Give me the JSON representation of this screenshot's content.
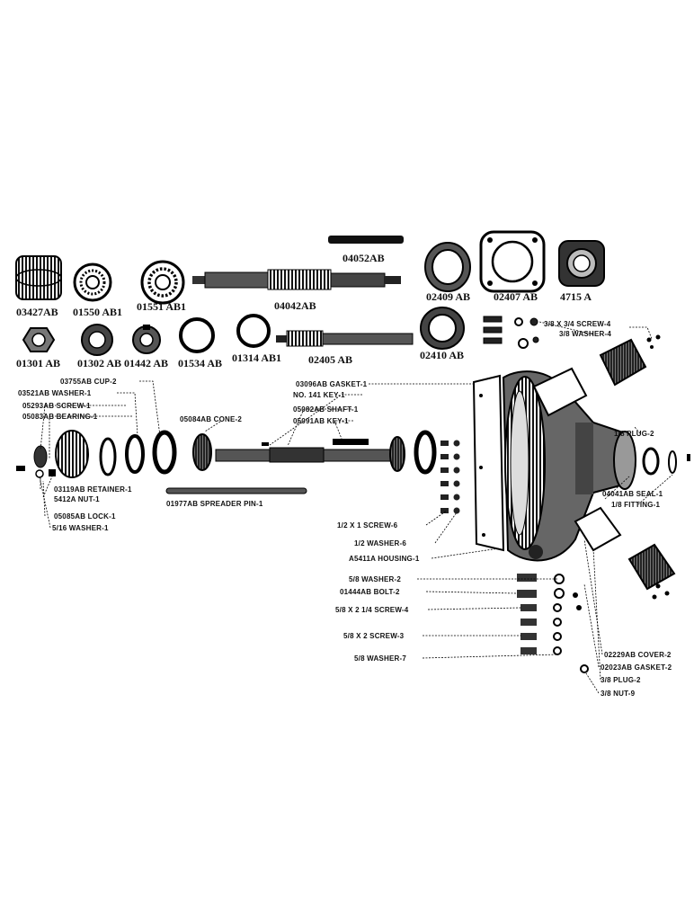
{
  "top_parts": [
    "03427AB",
    "01550 AB1",
    "01551 AB1",
    "04042AB",
    "04052AB",
    "02409 AB",
    "02407 AB",
    "4715 A",
    "01301 AB",
    "01302 AB",
    "01442 AB",
    "01534 AB",
    "01314 AB1",
    "02405 AB",
    "02410 AB"
  ],
  "callouts": [
    "03755AB CUP-2",
    "03521AB WASHER-1",
    "05293AB SCREW-1",
    "05083AB BEARING-1",
    "03119AB RETAINER-1",
    "5412A NUT-1",
    "05085AB LOCK-1",
    "5/16 WASHER-1",
    "05084AB CONE-2",
    "01977AB SPREADER PIN-1",
    "03096AB GASKET-1",
    "NO. 141 KEY-1",
    "05082AB SHAFT-1",
    "05091AB KEY-1",
    "3/8 X 3/4 SCREW-4",
    "3/8 WASHER-4",
    "1/8 PLUG-2",
    "04041AB SEAL-1",
    "1/8 FITTING-1",
    "1/2 X 1 SCREW-6",
    "1/2 WASHER-6",
    "A5411A HOUSING-1",
    "5/8 WASHER-2",
    "01444AB BOLT-2",
    "5/8 X 2 1/4 SCREW-4",
    "5/8 X 2 SCREW-3",
    "5/8 WASHER-7",
    "02229AB COVER-2",
    "02023AB GASKET-2",
    "3/8 PLUG-2",
    "3/8 NUT-9"
  ]
}
